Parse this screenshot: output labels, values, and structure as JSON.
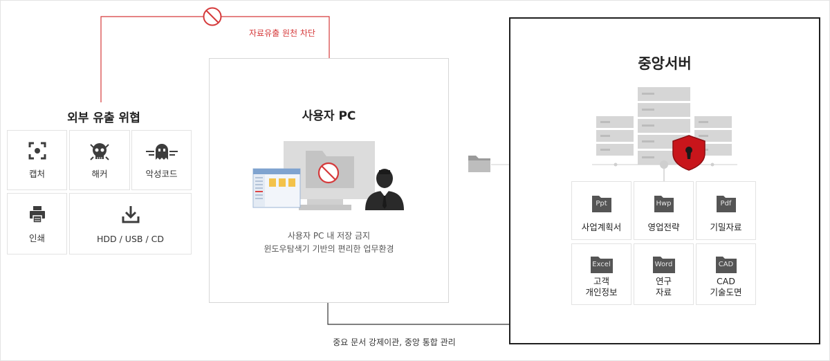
{
  "threat": {
    "title": "외부 유출 위협",
    "items": [
      {
        "label": "캡처",
        "icon": "capture-icon"
      },
      {
        "label": "해커",
        "icon": "hacker-icon"
      },
      {
        "label": "악성코드",
        "icon": "malware-icon"
      },
      {
        "label": "인쇄",
        "icon": "printer-icon"
      },
      {
        "label": "HDD / USB / CD",
        "icon": "download-icon"
      }
    ]
  },
  "block_label": "자료유출 원천 차단",
  "user_pc": {
    "title": "사용자 PC",
    "desc_line1": "사용자 PC 내 저장 금지",
    "desc_line2": "윈도우탐색기 기반의 편리한 업무환경"
  },
  "bottom_caption": "중요 문서 강제이관, 중앙 통합 관리",
  "server": {
    "title": "중앙서버",
    "docs": [
      {
        "badge": "Ppt",
        "label_line1": "사업계획서",
        "label_line2": ""
      },
      {
        "badge": "Hwp",
        "label_line1": "영업전략",
        "label_line2": ""
      },
      {
        "badge": "Pdf",
        "label_line1": "기밀자료",
        "label_line2": ""
      },
      {
        "badge": "Excel",
        "label_line1": "고객",
        "label_line2": "개인정보"
      },
      {
        "badge": "Word",
        "label_line1": "연구",
        "label_line2": "자료"
      },
      {
        "badge": "CAD",
        "label_line1": "CAD",
        "label_line2": "기술도면"
      }
    ]
  },
  "colors": {
    "accent_red": "#d5393a",
    "dark_icon": "#3d3d3d",
    "flow_gray": "#c9c9c9",
    "shield_red": "#c8151b",
    "folder_gray": "#555555"
  }
}
